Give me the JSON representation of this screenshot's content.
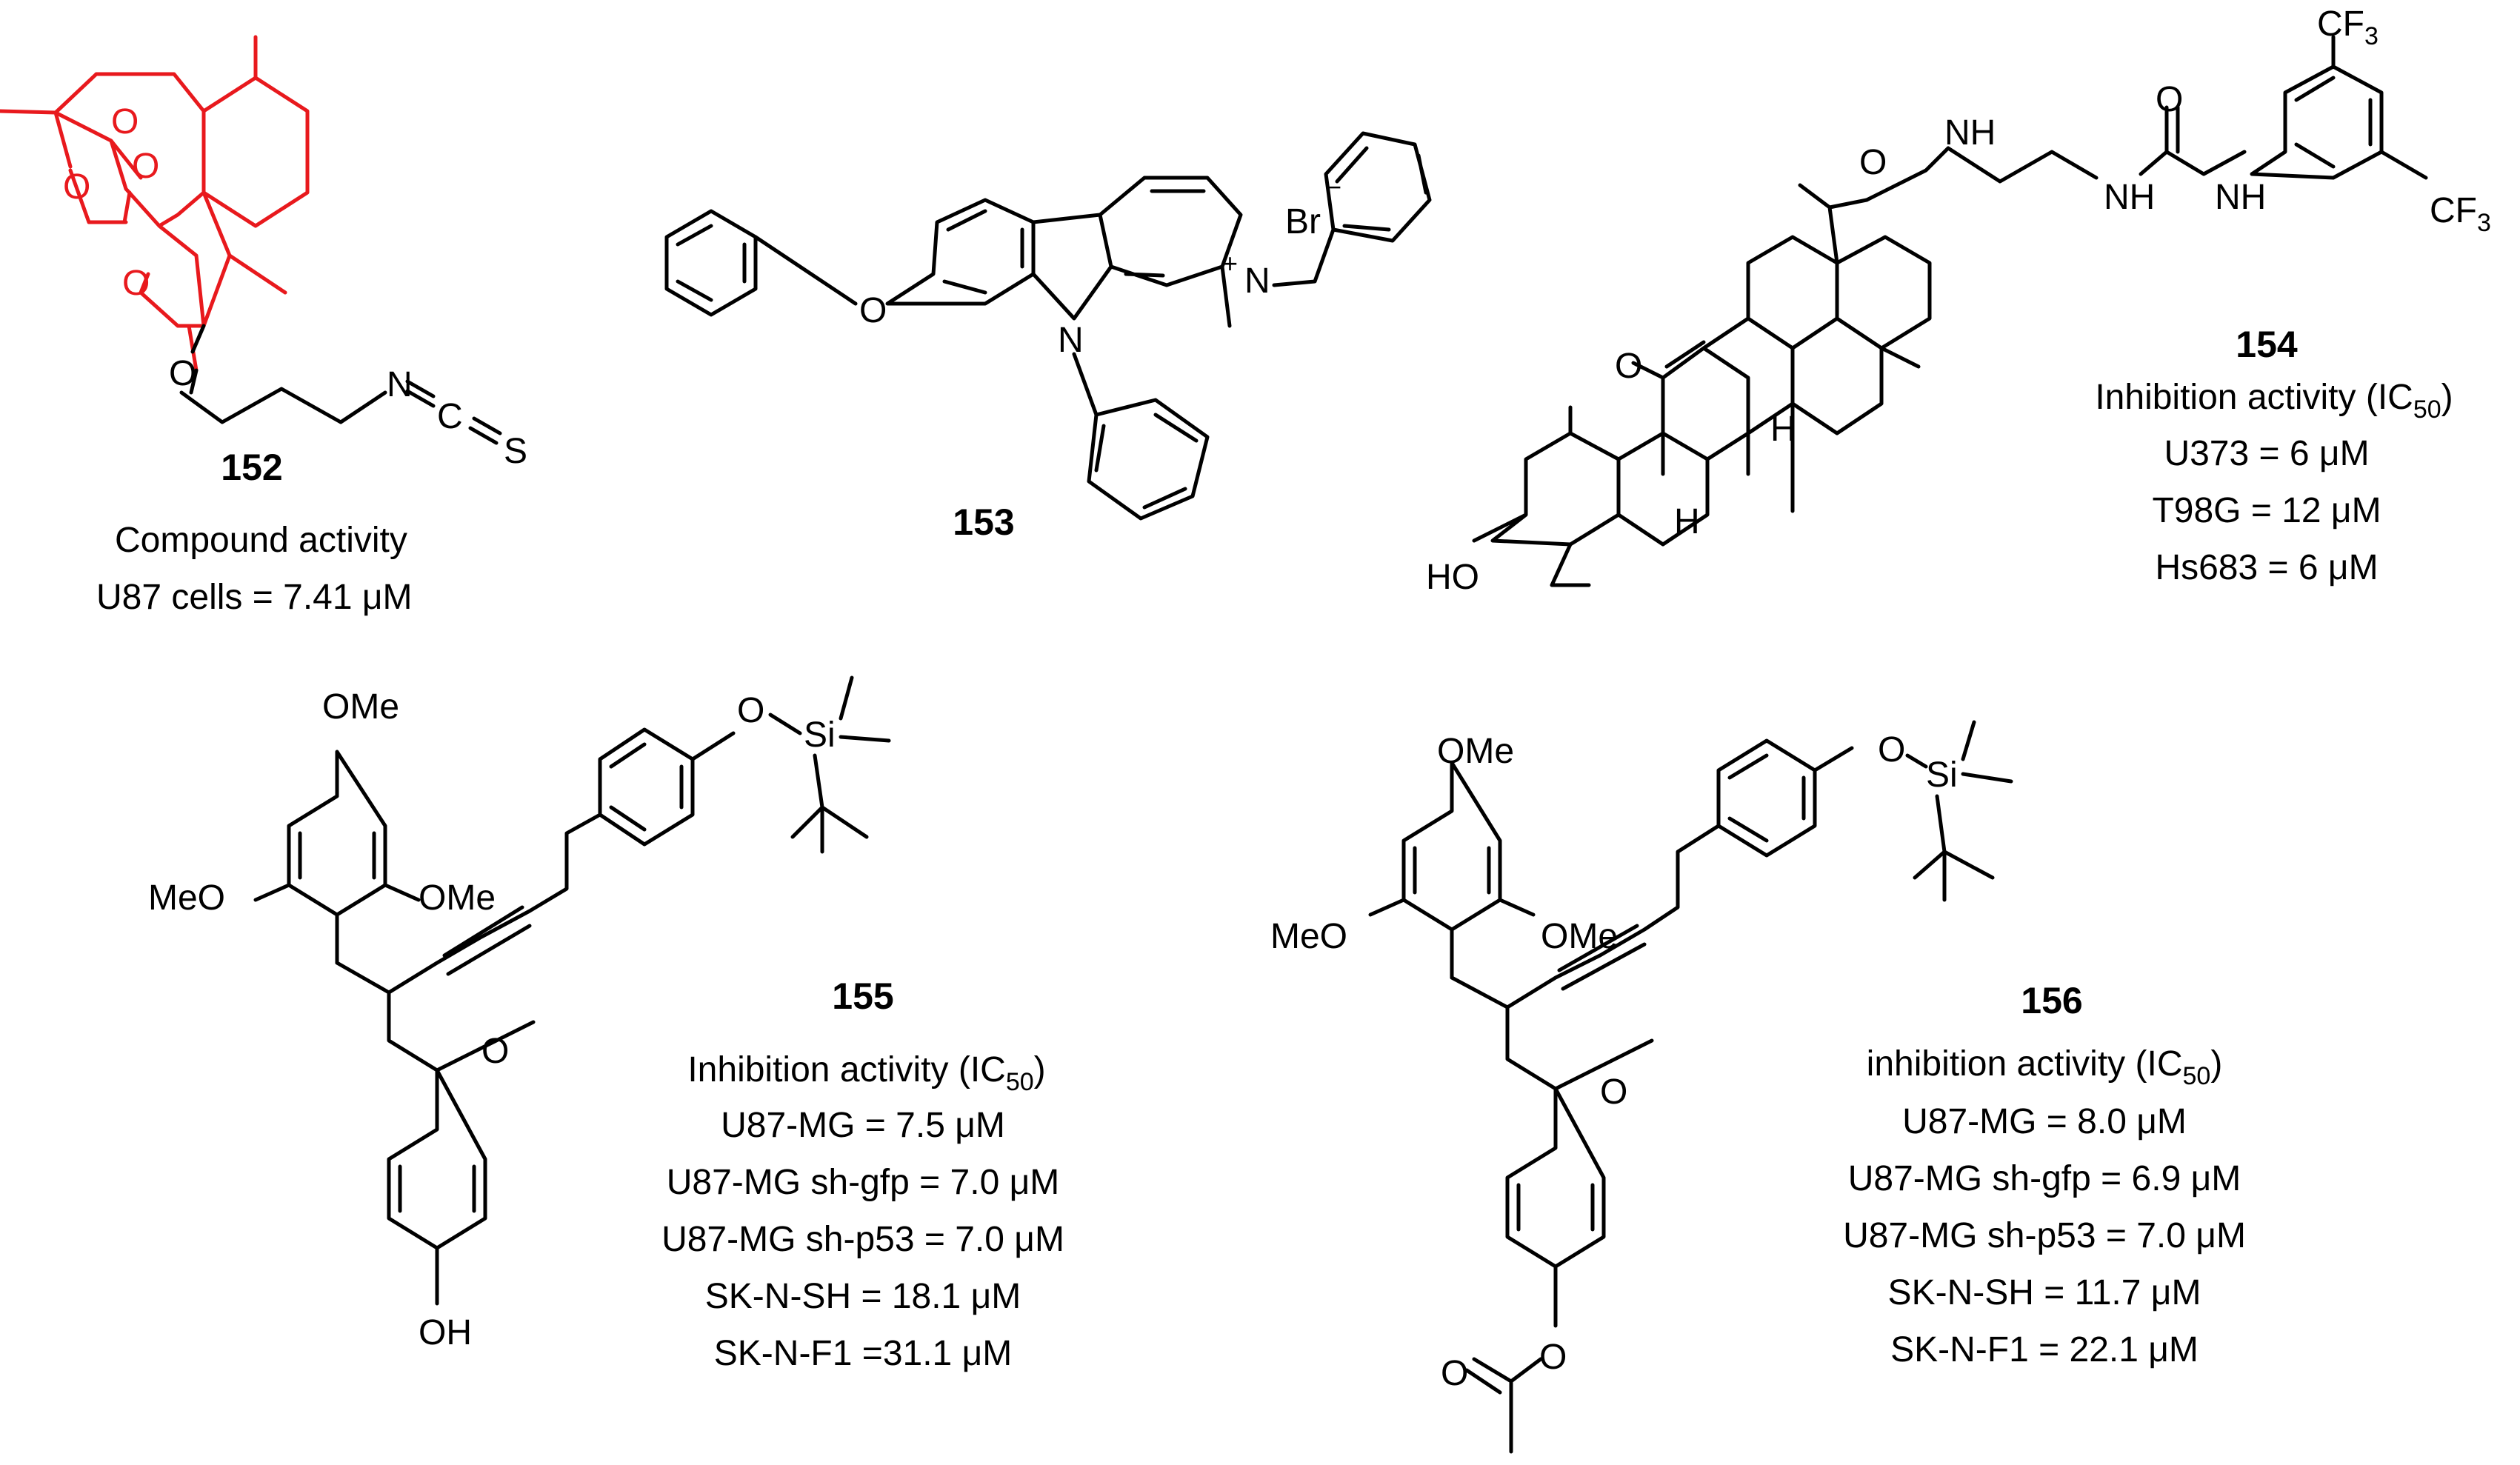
{
  "compounds": [
    {
      "id": "152",
      "activity_title": "Compound activity",
      "activity_lines": [
        "U87 cells = 7.41 μM"
      ],
      "highlight_color": "#e8191d"
    },
    {
      "id": "153",
      "activity_title": "",
      "activity_lines": [],
      "counter_ion": "Br",
      "charge": "+"
    },
    {
      "id": "154",
      "activity_title_prefix": "Inhibition activity (IC",
      "activity_title_sub": "50",
      "activity_title_suffix": ")",
      "activity_lines": [
        "U373 = 6 μM",
        "T98G = 12 μM",
        "Hs683 = 6 μM"
      ]
    },
    {
      "id": "155",
      "activity_title_prefix": "Inhibition activity (IC",
      "activity_title_sub": "50",
      "activity_title_suffix": ")",
      "activity_lines": [
        "U87-MG = 7.5 μM",
        "U87-MG sh-gfp = 7.0 μM",
        "U87-MG sh-p53 = 7.0 μM",
        "SK-N-SH = 18.1 μM",
        "SK-N-F1 =31.1 μM"
      ]
    },
    {
      "id": "156",
      "activity_title_prefix": "inhibition activity (IC",
      "activity_title_sub": "50",
      "activity_title_suffix": ")",
      "activity_lines": [
        "U87-MG = 8.0 μM",
        "U87-MG sh-gfp = 6.9 μM",
        "U87-MG sh-p53 = 7.0 μM",
        "SK-N-SH = 11.7 μM",
        "SK-N-F1 = 22.1 μM"
      ]
    }
  ],
  "atom_labels": {
    "O": "O",
    "N": "N",
    "C": "C",
    "S": "S",
    "H": "H",
    "HO": "HO",
    "OH": "OH",
    "OMe": "OMe",
    "MeO": "MeO",
    "Si": "Si",
    "NH": "NH",
    "H_N": "H",
    "CF3": "CF",
    "CF3_sub": "3",
    "Br": "Br",
    "minus": "−",
    "plus": "+"
  }
}
